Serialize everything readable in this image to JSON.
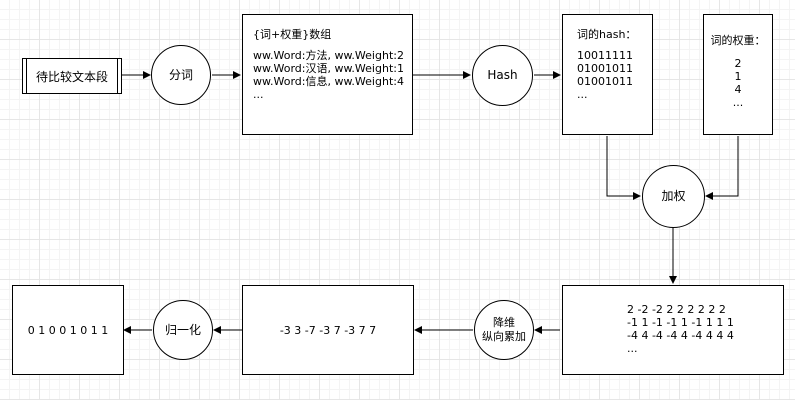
{
  "nodes": {
    "input_segment": "待比较文本段",
    "segment": "分词",
    "word_weight_array": {
      "title": "{词+权重}数组",
      "lines": [
        "ww.Word:方法, ww.Weight:2",
        "ww.Word:汉语, ww.Weight:1",
        "ww.Word:信息, ww.Weight:4",
        "..."
      ]
    },
    "hash": "Hash",
    "word_hash": {
      "title": "词的hash：",
      "lines": [
        "10011111",
        "01001011",
        "01001011",
        "..."
      ]
    },
    "word_weight": {
      "title": "词的权重：",
      "lines": [
        "2",
        "1",
        "4",
        "..."
      ]
    },
    "weighting": "加权",
    "weighted_matrix": {
      "lines": [
        "2 -2 -2 2 2 2 2 2 2",
        "-1 1 -1 -1 1 -1 1 1 1",
        "-4 4 -4 -4 4 -4 4 4 4",
        "..."
      ]
    },
    "reduce_dim": "降维\n纵向累加",
    "sum_vector": "-3 3 -7 -3 7 -3 7 7",
    "normalize": "归一化",
    "fingerprint": "0 1 0 0 1 0 1 1"
  }
}
